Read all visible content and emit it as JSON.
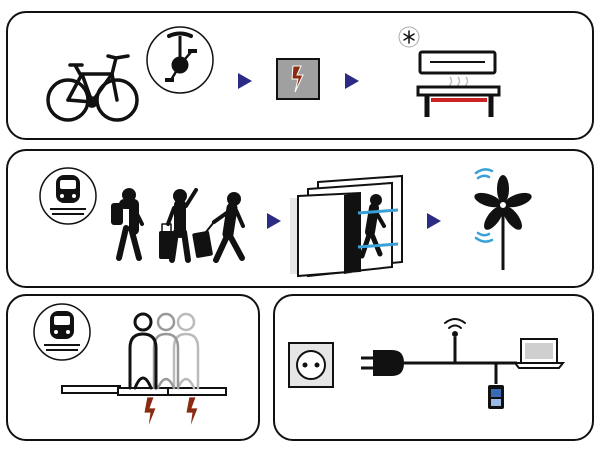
{
  "diagram": {
    "panels": [
      {
        "id": "bicycle-dynamo-to-heater",
        "icons": [
          "bicycle-icon",
          "unicycle-icon",
          "lightning-box-icon",
          "snowflake-icon",
          "heated-bench-icon"
        ],
        "arrows": 2
      },
      {
        "id": "station-crowd-to-turbine",
        "icons": [
          "train-icon",
          "walking-people-icon",
          "revolving-door-icon",
          "pinwheel-icon"
        ],
        "arrows": 2
      },
      {
        "id": "footstep-energy-floor",
        "icons": [
          "train-icon",
          "footstep-people-icon",
          "floor-plate-icon",
          "lightning-icon"
        ],
        "arrows": 0
      },
      {
        "id": "power-network",
        "icons": [
          "wall-socket-icon",
          "plug-icon",
          "wifi-icon",
          "laptop-icon",
          "phone-icon"
        ],
        "arrows": 0
      }
    ],
    "colors": {
      "outline": "#111111",
      "arrow": "#2b2a84",
      "heater_bar": "#cc2222",
      "lightning": "#8a2a10",
      "motion_lines": "#3aa0d8",
      "box_gray": "#a0a0a0",
      "wall_gray": "#e6e6e6"
    }
  }
}
